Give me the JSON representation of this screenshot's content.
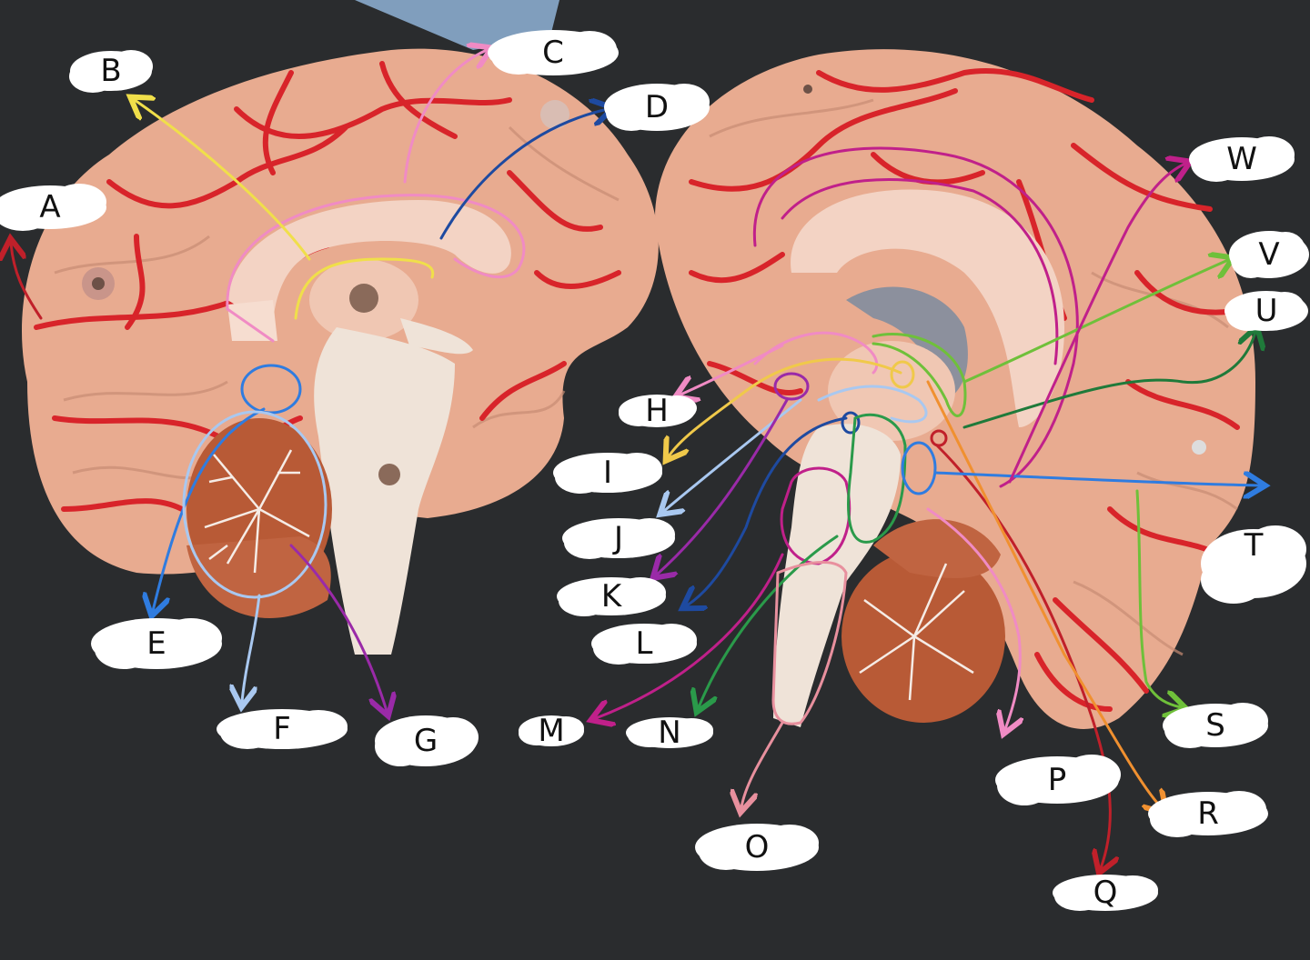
{
  "labels": {
    "A": "A",
    "B": "B",
    "C": "C",
    "D": "D",
    "E": "E",
    "F": "F",
    "G": "G",
    "H": "H",
    "I": "I",
    "J": "J",
    "K": "K",
    "L": "L",
    "M": "M",
    "N": "N",
    "O": "O",
    "P": "P",
    "Q": "Q",
    "R": "R",
    "S": "S",
    "T": "T",
    "U": "U",
    "V": "V",
    "W": "W"
  },
  "colors": {
    "background": "#2a2c2e",
    "brain_tissue": "#e8ab90",
    "artery": "#d8242a",
    "cerebellum": "#b85a36",
    "brainstem": "#efe3d8"
  }
}
